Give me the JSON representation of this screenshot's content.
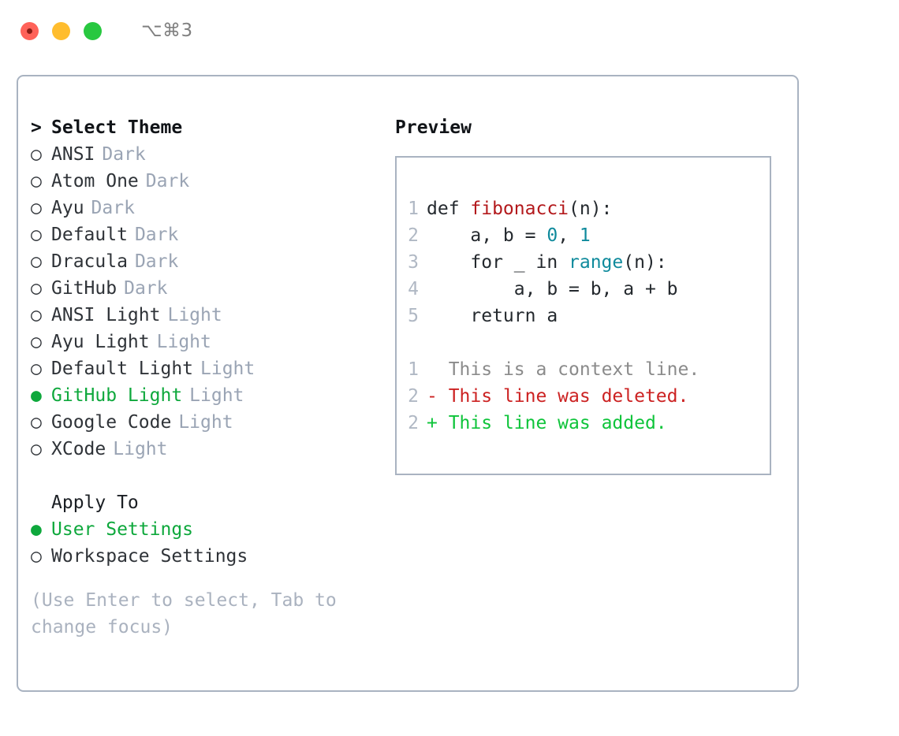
{
  "titlebar": {
    "shortcut": "⌥⌘3",
    "lights": [
      "close",
      "minimize",
      "zoom"
    ]
  },
  "left": {
    "heading": {
      "caret": ">",
      "text": "Select Theme"
    },
    "bullet_off": "○",
    "bullet_on": "●",
    "themes": [
      {
        "name": "ANSI",
        "variant": "Dark",
        "selected": false
      },
      {
        "name": "Atom One",
        "variant": "Dark",
        "selected": false
      },
      {
        "name": "Ayu",
        "variant": "Dark",
        "selected": false
      },
      {
        "name": "Default",
        "variant": "Dark",
        "selected": false
      },
      {
        "name": "Dracula",
        "variant": "Dark",
        "selected": false
      },
      {
        "name": "GitHub",
        "variant": "Dark",
        "selected": false
      },
      {
        "name": "ANSI Light",
        "variant": "Light",
        "selected": false
      },
      {
        "name": "Ayu Light",
        "variant": "Light",
        "selected": false
      },
      {
        "name": "Default Light",
        "variant": "Light",
        "selected": false
      },
      {
        "name": "GitHub Light",
        "variant": "Light",
        "selected": true
      },
      {
        "name": "Google Code",
        "variant": "Light",
        "selected": false
      },
      {
        "name": "XCode",
        "variant": "Light",
        "selected": false
      }
    ],
    "apply_to": {
      "title": "Apply To",
      "options": [
        {
          "name": "User Settings",
          "selected": true
        },
        {
          "name": "Workspace Settings",
          "selected": false
        }
      ]
    },
    "hint": "(Use Enter to select, Tab to change focus)"
  },
  "right": {
    "title": "Preview",
    "code_lines": [
      {
        "number": "1",
        "tokens": [
          {
            "text": "def ",
            "type": "plain"
          },
          {
            "text": "fibonacci",
            "type": "fn"
          },
          {
            "text": "(n):",
            "type": "plain"
          }
        ]
      },
      {
        "number": "2",
        "tokens": [
          {
            "text": "    a, b = ",
            "type": "plain"
          },
          {
            "text": "0",
            "type": "num"
          },
          {
            "text": ", ",
            "type": "plain"
          },
          {
            "text": "1",
            "type": "num"
          }
        ]
      },
      {
        "number": "3",
        "tokens": [
          {
            "text": "    for _ in ",
            "type": "plain"
          },
          {
            "text": "range",
            "type": "call"
          },
          {
            "text": "(n):",
            "type": "plain"
          }
        ]
      },
      {
        "number": "4",
        "tokens": [
          {
            "text": "        a, b = b, a + b",
            "type": "plain"
          }
        ]
      },
      {
        "number": "5",
        "tokens": [
          {
            "text": "    return a",
            "type": "plain"
          }
        ]
      }
    ],
    "diff_lines": [
      {
        "number": "1",
        "marker": " ",
        "text": "This is a context line.",
        "kind": "ctx"
      },
      {
        "number": "2",
        "marker": "-",
        "text": "This line was deleted.",
        "kind": "del"
      },
      {
        "number": "2",
        "marker": "+",
        "text": "This line was added.",
        "kind": "add"
      }
    ]
  },
  "colors": {
    "accent_green": "#0ea83c",
    "border": "#a9b3c1",
    "muted": "#9aa4b4",
    "fn_red": "#b3191c",
    "num_teal": "#0f8a9c",
    "diff_del": "#cc2222",
    "diff_add": "#0ec43a",
    "diff_ctx": "#8b8b8b"
  }
}
